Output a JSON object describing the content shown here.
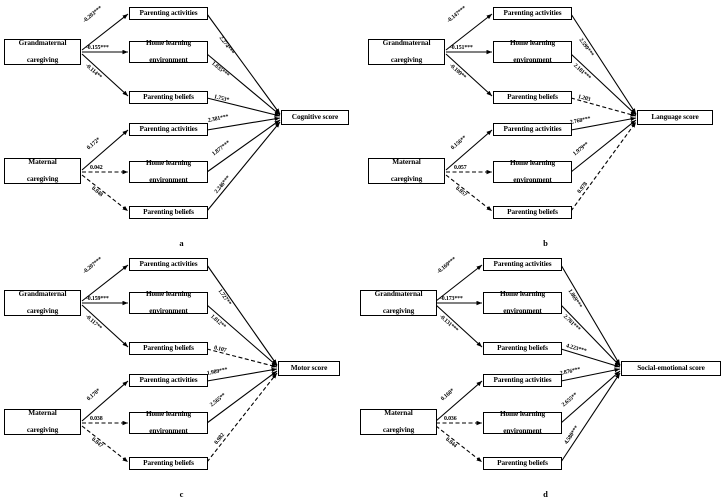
{
  "figure": {
    "type": "path-diagram",
    "description": "Four structural equation path models linking grandmaternal and maternal caregiving to child development scores via parenting activities, home learning environment and parenting beliefs"
  },
  "node_labels": {
    "grandmaternal": "Grandmaternal caregiving",
    "grandmaternal_line1": "Grandmaternal",
    "grandmaternal_line2": "caregiving",
    "maternal_line1": "Maternal",
    "maternal_line2": "caregiving",
    "parenting_activities": "Parenting activities",
    "home_learning_line1": "Home learning",
    "home_learning_line2": "environment",
    "parenting_beliefs": "Parenting beliefs"
  },
  "panels": [
    {
      "id": "a",
      "caption": "a",
      "outcome": "Cognitive score",
      "paths": {
        "gm_to_activities": "-0.203***",
        "gm_to_home": "-0.155***",
        "gm_to_beliefs": "-0.114**",
        "gm_activities_to_outcome": "2.274***",
        "gm_home_to_outcome": "1.835***",
        "gm_beliefs_to_outcome": "1.753*",
        "mo_to_activities": "0.172*",
        "mo_to_home": "0.042",
        "mo_to_beliefs": "0.048",
        "mo_activities_to_outcome": "2.381***",
        "mo_home_to_outcome": "1.877***",
        "mo_beliefs_to_outcome": "2.246***"
      },
      "dashed": [
        "mo_to_home",
        "mo_to_beliefs"
      ]
    },
    {
      "id": "b",
      "caption": "b",
      "outcome": "Language score",
      "paths": {
        "gm_to_activities": "-0.147***",
        "gm_to_home": "-0.151***",
        "gm_to_beliefs": "-0.109**",
        "gm_activities_to_outcome": "2.599***",
        "gm_home_to_outcome": "2.181***",
        "gm_beliefs_to_outcome": "1.203",
        "mo_to_activities": "0.156**",
        "mo_to_home": "0.057",
        "mo_to_beliefs": "0.057",
        "mo_activities_to_outcome": "2.768***",
        "mo_home_to_outcome": "1.979**",
        "mo_beliefs_to_outcome": "0.978"
      },
      "dashed": [
        "mo_to_home",
        "mo_to_beliefs",
        "gm_beliefs_to_outcome",
        "mo_beliefs_to_outcome"
      ]
    },
    {
      "id": "c",
      "caption": "c",
      "outcome": "Motor score",
      "paths": {
        "gm_to_activities": "-0.207***",
        "gm_to_home": "-0.159***",
        "gm_to_beliefs": "-0.117**",
        "gm_activities_to_outcome": "1.727**",
        "gm_home_to_outcome": "1.812**",
        "gm_beliefs_to_outcome": "0.107",
        "mo_to_activities": "0.170*",
        "mo_to_home": "0.038",
        "mo_to_beliefs": "0.047",
        "mo_activities_to_outcome": "1.989***",
        "mo_home_to_outcome": "2.565**",
        "mo_beliefs_to_outcome": "0.982"
      },
      "dashed": [
        "mo_to_home",
        "mo_to_beliefs",
        "gm_beliefs_to_outcome",
        "mo_beliefs_to_outcome"
      ]
    },
    {
      "id": "d",
      "caption": "d",
      "outcome": "Social-emotional score",
      "paths": {
        "gm_to_activities": "-0.169***",
        "gm_to_home": "-0.173***",
        "gm_to_beliefs": "-0.131***",
        "gm_activities_to_outcome": "1.869***",
        "gm_home_to_outcome": "2.781***",
        "gm_beliefs_to_outcome": "4.223***",
        "mo_to_activities": "0.160*",
        "mo_to_home": "0.036",
        "mo_to_beliefs": "0.044",
        "mo_activities_to_outcome": "2.876***",
        "mo_home_to_outcome": "2.655**",
        "mo_beliefs_to_outcome": "4.580***"
      },
      "dashed": [
        "mo_to_home",
        "mo_to_beliefs"
      ]
    }
  ],
  "colors": {
    "line": "#000000",
    "box_border": "#000000",
    "background": "#ffffff"
  }
}
